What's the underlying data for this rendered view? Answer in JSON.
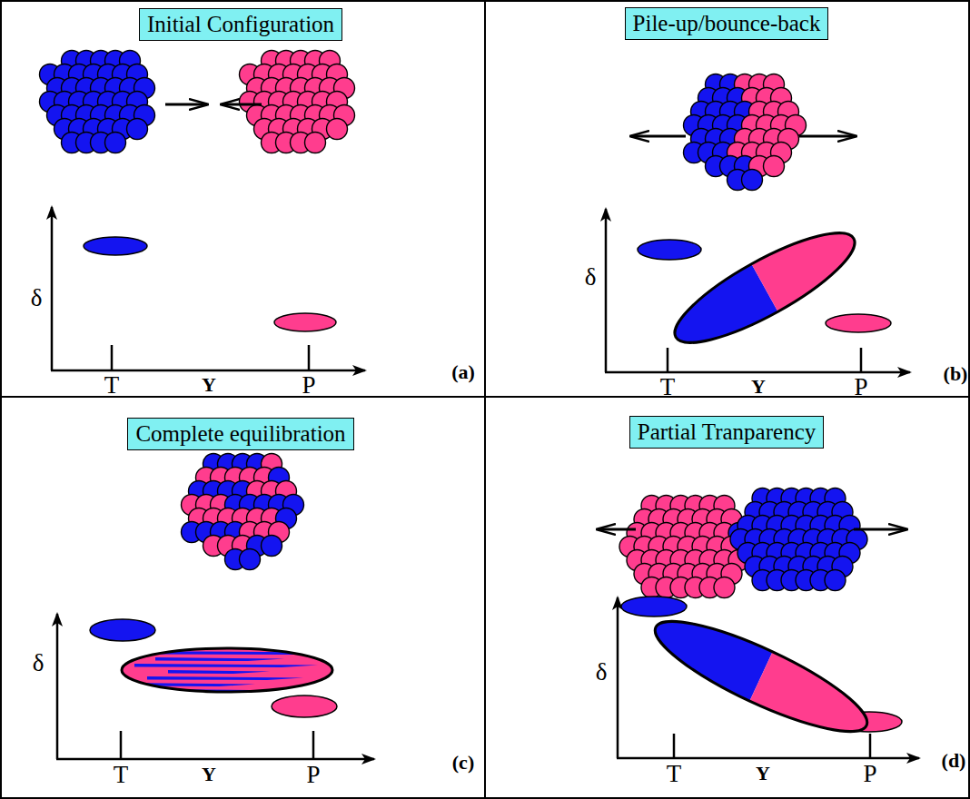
{
  "diagram": {
    "nodes": [
      {
        "text": [
          "Initial Configuration"
        ]
      },
      {
        "text": [
          "Pile-up/bounce-back"
        ]
      },
      {
        "text": [
          "Complete equilibration"
        ]
      },
      {
        "text": [
          "Partial Tranparency"
        ]
      }
    ],
    "labels": [
      "δ",
      "T",
      "Y",
      "P",
      "(a)",
      "δ",
      "T",
      "Y",
      "P",
      "(b)",
      "δ",
      "T",
      "Y",
      "P",
      "(c)",
      "δ",
      "T",
      "Y",
      "P",
      "(d)"
    ]
  }
}
